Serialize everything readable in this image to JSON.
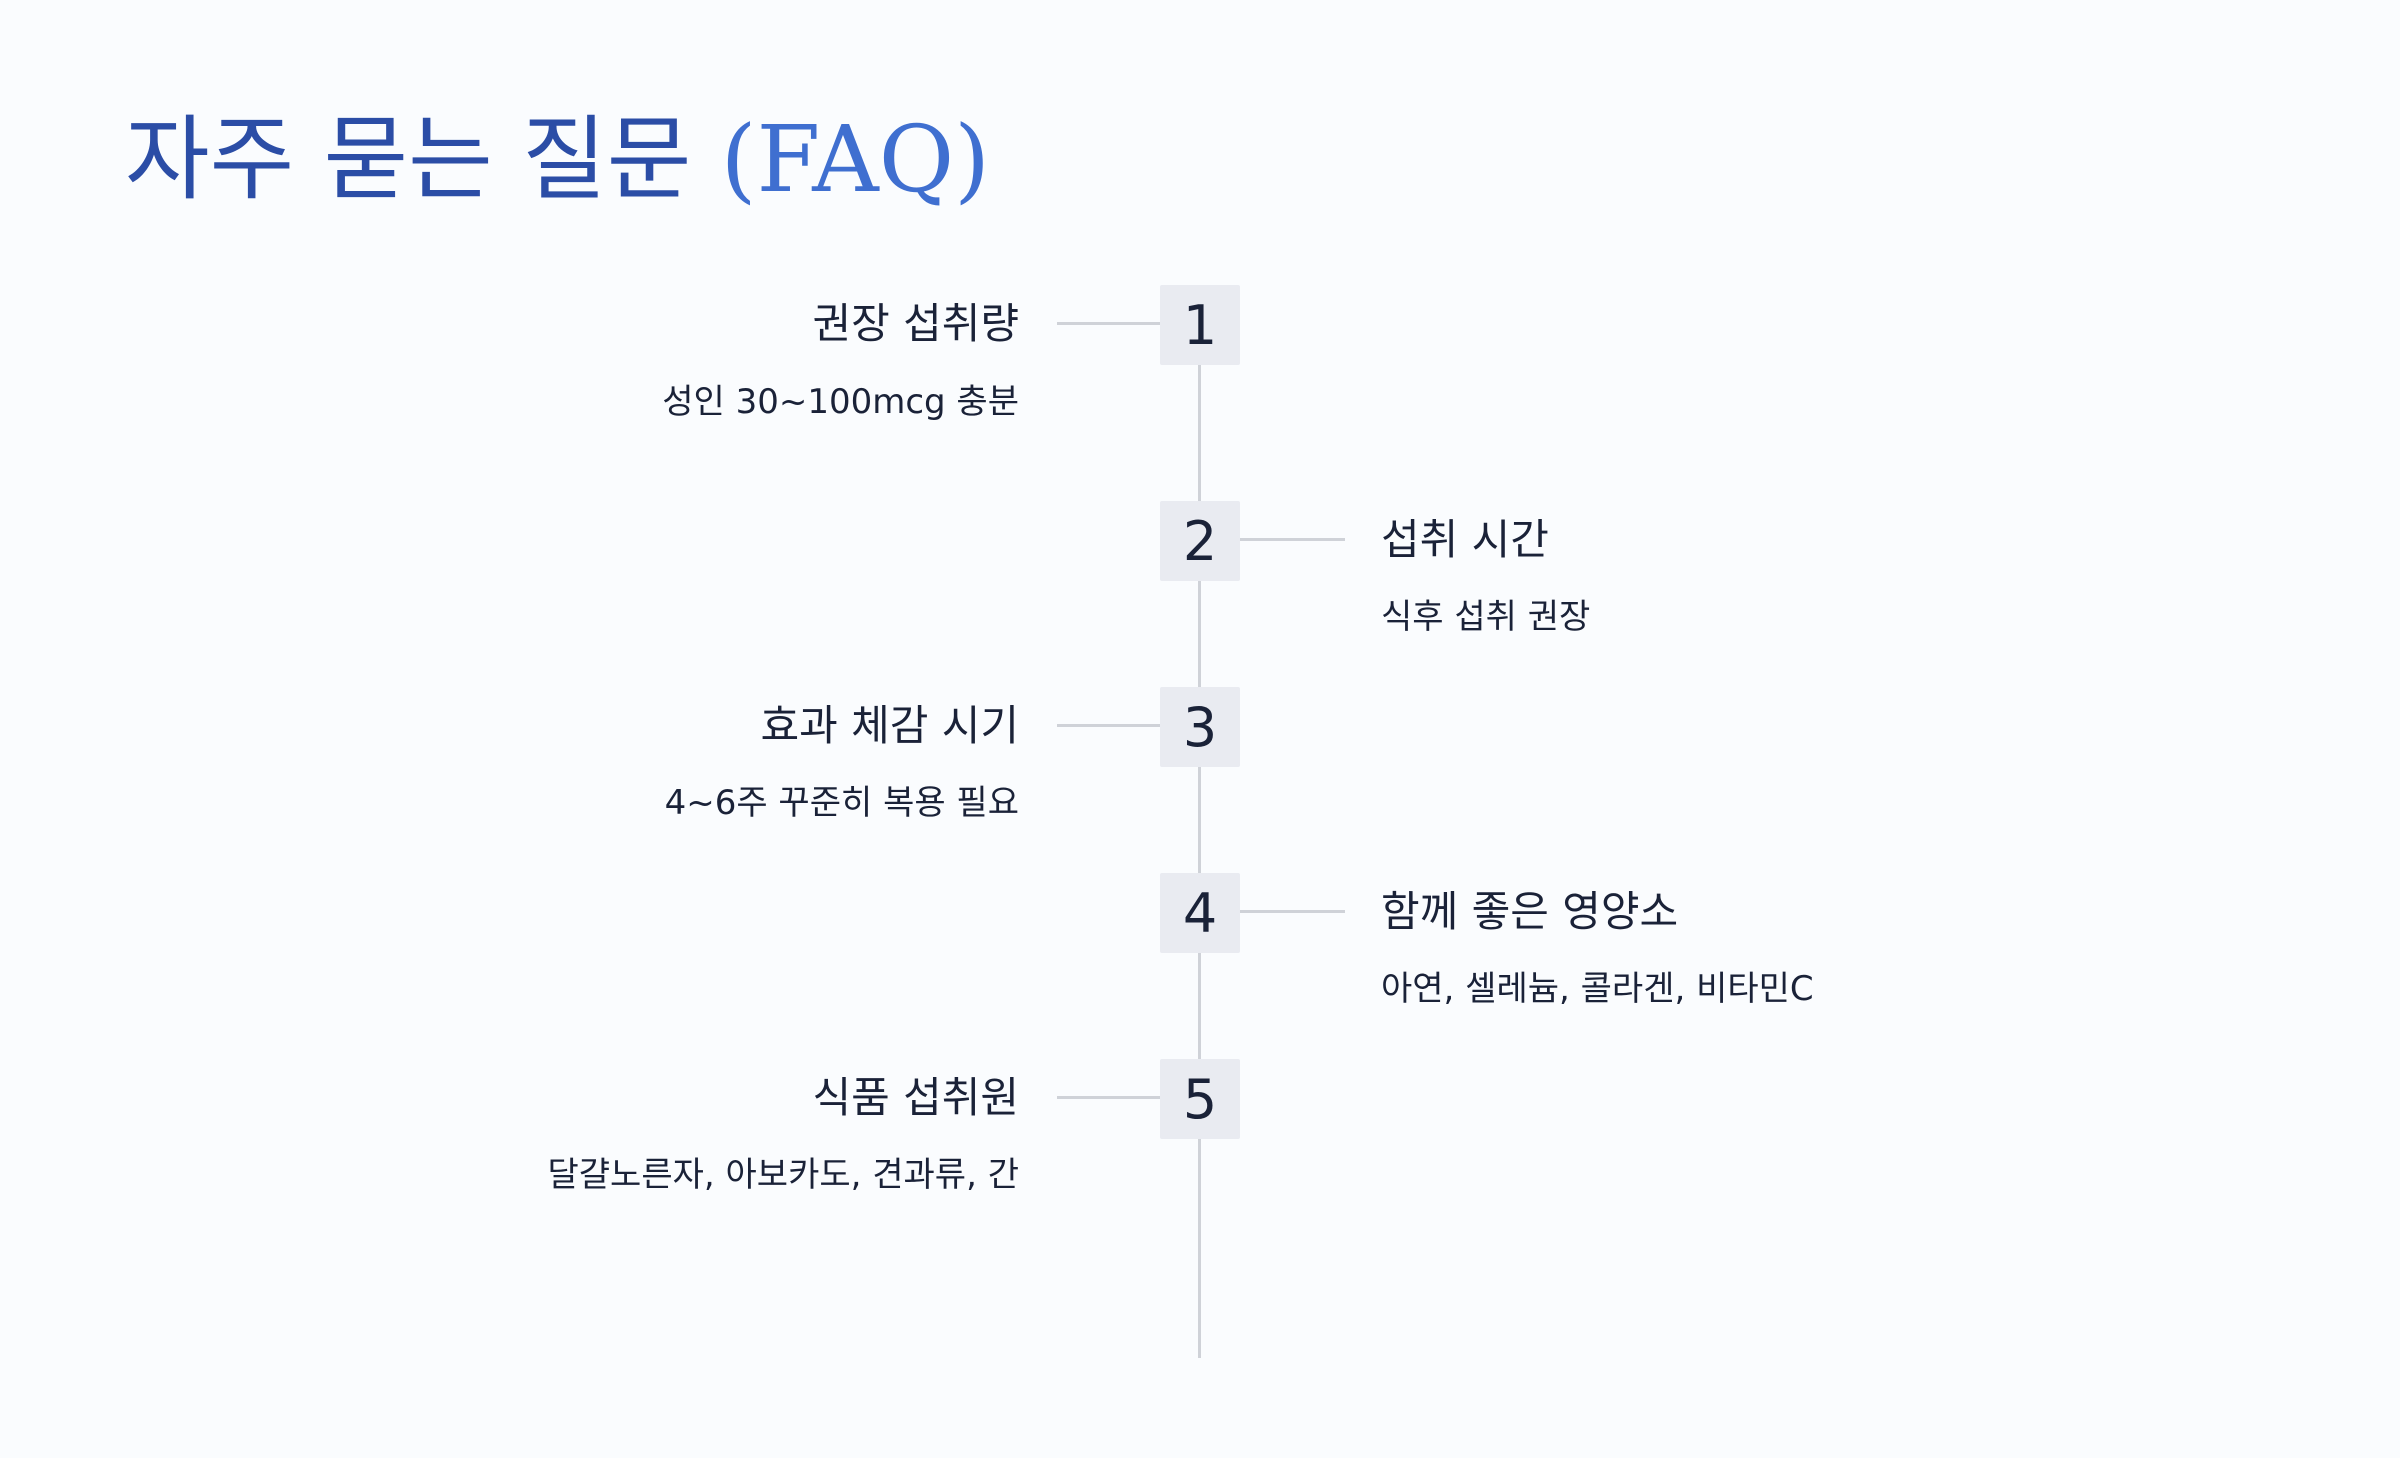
{
  "page": {
    "title_main": "자주 묻는 질문 ",
    "title_accent": "(FAQ)"
  },
  "colors": {
    "title": "#2b4da6",
    "title_accent": "#3f6fd0",
    "timeline": "#cfd2d8",
    "step_box": "#e9ebf1",
    "text": "#1a2238",
    "background": "#fafcfe"
  },
  "faq": {
    "items": [
      {
        "number": "1",
        "title": "권장 섭취량",
        "description": "성인 30~100mcg 충분",
        "side": "left"
      },
      {
        "number": "2",
        "title": "섭취 시간",
        "description": "식후 섭취 권장",
        "side": "right"
      },
      {
        "number": "3",
        "title": "효과 체감 시기",
        "description": "4~6주 꾸준히 복용 필요",
        "side": "left"
      },
      {
        "number": "4",
        "title": "함께 좋은 영양소",
        "description": "아연, 셀레늄, 콜라겐, 비타민C",
        "side": "right"
      },
      {
        "number": "5",
        "title": "식품 섭취원",
        "description": "달걀노른자, 아보카도, 견과류, 간",
        "side": "left"
      }
    ]
  }
}
